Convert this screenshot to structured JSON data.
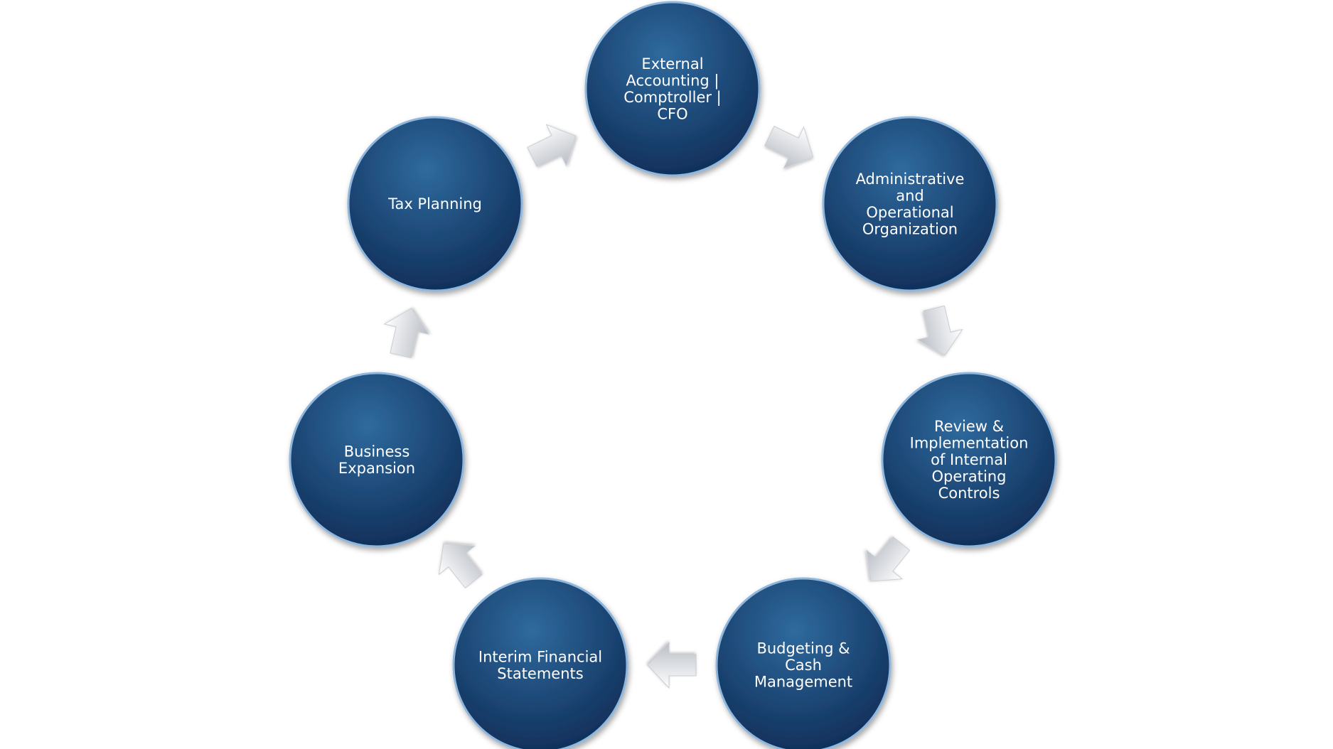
{
  "diagram": {
    "type": "cycle",
    "colors": {
      "node_fill_light": "#2f6a9e",
      "node_fill_dark": "#0e2c56",
      "node_rim": "#8fb6dc",
      "node_text": "#ffffff",
      "arrow_light": "#ffffff",
      "arrow_dark": "#b9bec6"
    },
    "nodes": [
      {
        "id": "external-accounting",
        "lines": [
          "External",
          "Accounting |",
          "Comptroller |",
          "CFO"
        ]
      },
      {
        "id": "administrative-operational",
        "lines": [
          "Administrative",
          "and",
          "Operational",
          "Organization"
        ]
      },
      {
        "id": "internal-controls",
        "lines": [
          "Review &",
          "Implementation",
          "of Internal",
          "Operating",
          "Controls"
        ]
      },
      {
        "id": "budgeting-cash",
        "lines": [
          "Budgeting &",
          "Cash",
          "Management"
        ]
      },
      {
        "id": "interim-statements",
        "lines": [
          "Interim Financial",
          "Statements"
        ]
      },
      {
        "id": "business-expansion",
        "lines": [
          "Business",
          "Expansion"
        ]
      },
      {
        "id": "tax-planning",
        "lines": [
          "Tax Planning"
        ]
      }
    ],
    "arrow_icon": "block-arrow-icon"
  }
}
